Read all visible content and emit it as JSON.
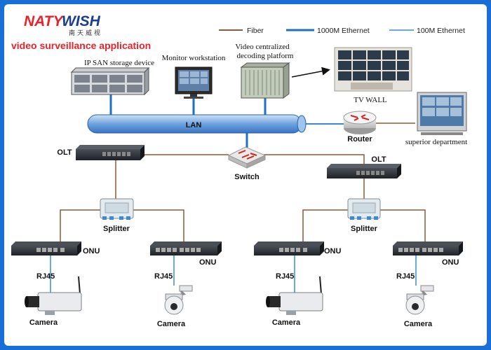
{
  "brand": {
    "name_part1": "NATY",
    "name_part2": "WISH",
    "chinese": "南天威视"
  },
  "title": "video surveillance application",
  "legend": [
    {
      "label": "Fiber",
      "color": "#8b5a3c"
    },
    {
      "label": "1000M Ethernet",
      "color": "#1f6fc4"
    },
    {
      "label": "100M Ethernet",
      "color": "#3a8ad8"
    }
  ],
  "devices": {
    "ip_san": "IP SAN storage device",
    "monitor": "Monitor  workstation",
    "decoding_line1": "Video centralized",
    "decoding_line2": "decoding platform",
    "tv_wall": "TV WALL",
    "lan": "LAN",
    "router": "Router",
    "superior": "superior department",
    "olt_left": "OLT",
    "olt_right": "OLT",
    "switch": "Switch",
    "splitter_left": "Splitter",
    "splitter_right": "Splitter",
    "onu_1": "ONU",
    "onu_2": "ONU",
    "onu_3": "ONU",
    "onu_4": "ONU",
    "rj45_1": "RJ45",
    "rj45_2": "RJ45",
    "rj45_3": "RJ45",
    "rj45_4": "RJ45",
    "camera_1": "Camera",
    "camera_2": "Camera",
    "camera_3": "Camera",
    "camera_4": "Camera"
  }
}
